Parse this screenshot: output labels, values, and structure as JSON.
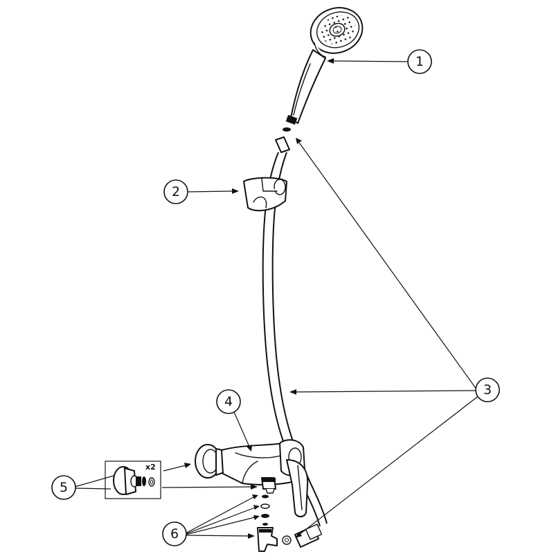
{
  "callouts": [
    {
      "id": "1",
      "label": "1"
    },
    {
      "id": "2",
      "label": "2"
    },
    {
      "id": "3",
      "label": "3"
    },
    {
      "id": "4",
      "label": "4"
    },
    {
      "id": "5",
      "label": "5"
    },
    {
      "id": "6",
      "label": "6"
    }
  ],
  "inset": {
    "quantity_label": "x2"
  },
  "colors": {
    "ink": "#111111",
    "background": "#ffffff"
  }
}
